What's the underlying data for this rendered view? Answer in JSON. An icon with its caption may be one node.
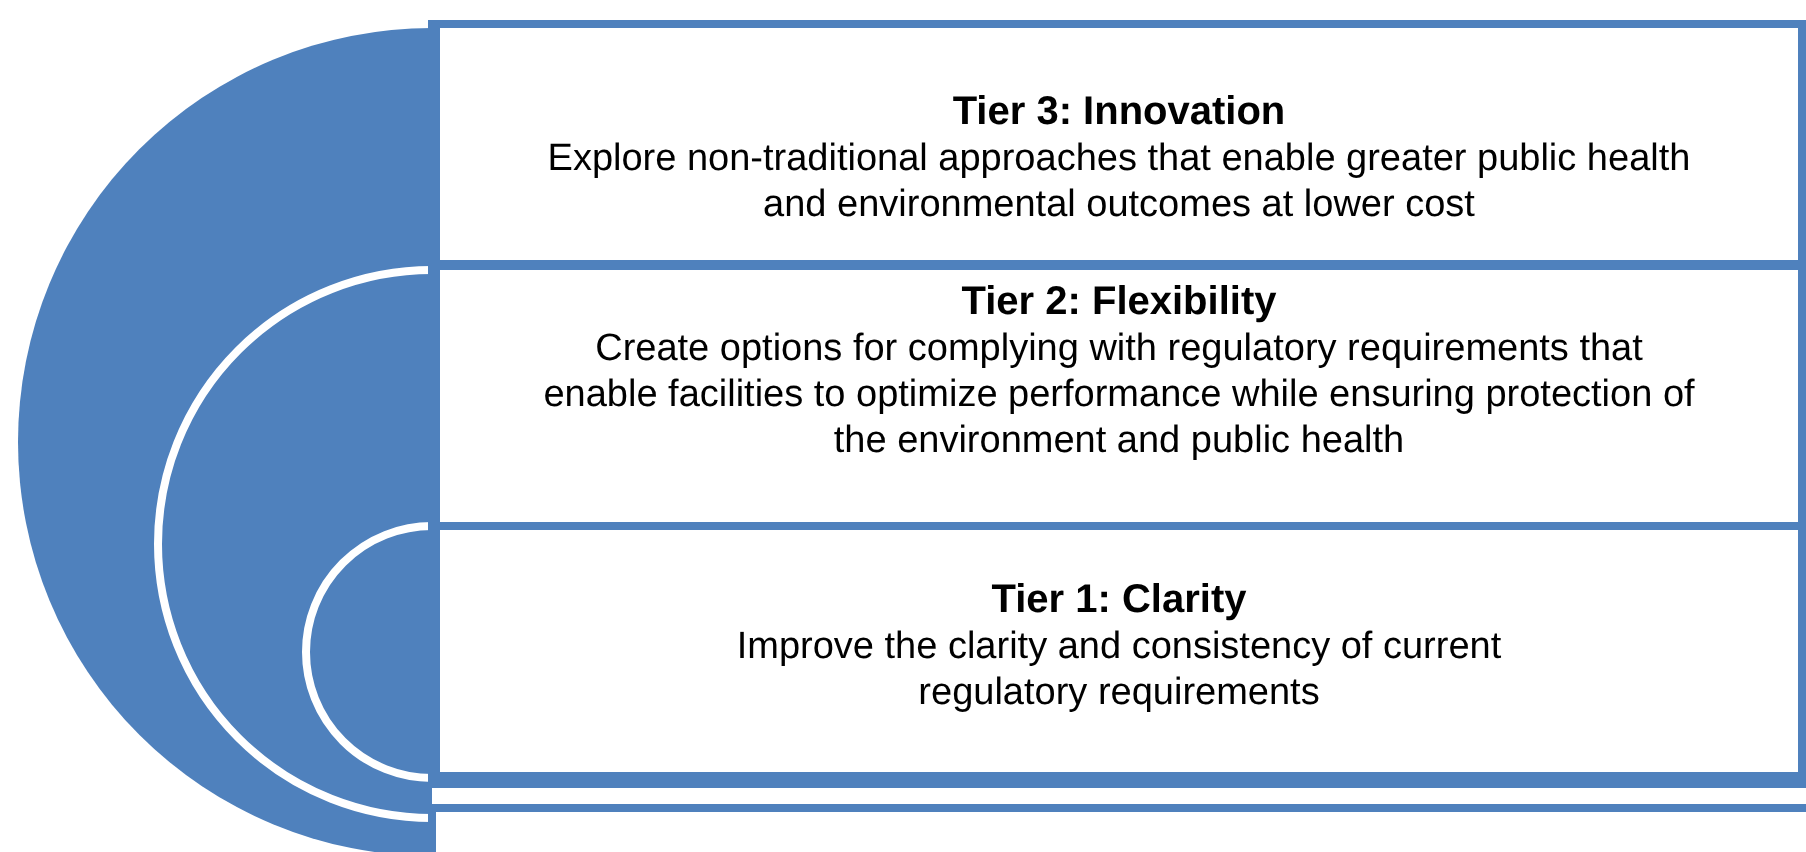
{
  "diagram": {
    "nodes": [
      {
        "text": [
          "Tier 3: Innovation",
          "Explore non-traditional approaches that enable greater public health and environmental outcomes at lower cost"
        ]
      },
      {
        "text": [
          "Tier 2: Flexibility",
          "Create options for complying with regulatory requirements that enable facilities to optimize performance while ensuring protection of the environment and public health"
        ]
      },
      {
        "text": [
          "Tier 1: Clarity",
          "Improve the clarity and consistency of current regulatory requirements"
        ]
      },
      {
        "text": [],
        "shape": "bar"
      }
    ]
  }
}
